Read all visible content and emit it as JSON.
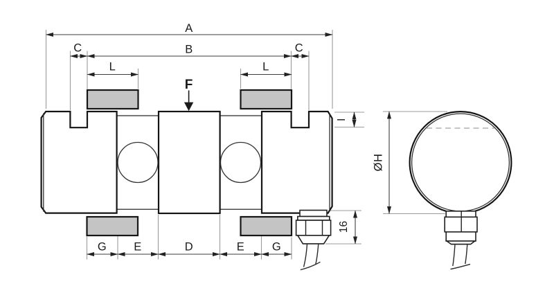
{
  "front_view": {
    "dim_overall_length": "A",
    "dim_body_length": "B",
    "dim_groove_left": "C",
    "dim_groove_right": "C",
    "dim_pad_length_left": "L",
    "dim_pad_length_right": "L",
    "force_label": "F",
    "dim_groove_depth": "I",
    "dim_gland_height": "16",
    "dim_chain": {
      "g_left": "G",
      "e_left": "E",
      "d_center": "D",
      "e_right": "E",
      "g_right": "G"
    }
  },
  "side_view": {
    "dim_diameter": "ØH"
  },
  "colors": {
    "background": "#ffffff",
    "outline": "#141414",
    "pad_fill": "#c4c4c4",
    "dim_line": "#3c3c3c",
    "ext_line": "#9b9b9b"
  }
}
